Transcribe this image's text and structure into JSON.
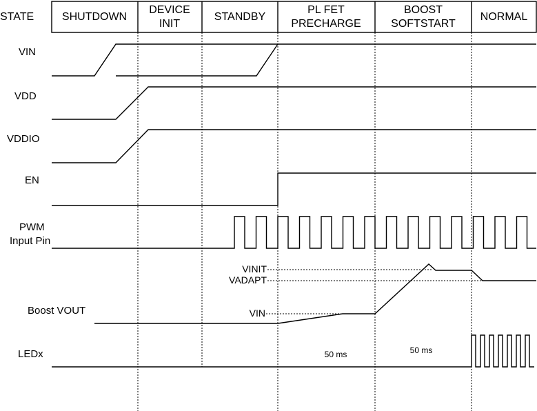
{
  "header": {
    "state_label": "STATE",
    "states": [
      {
        "line1": "SHUTDOWN",
        "line2": ""
      },
      {
        "line1": "DEVICE",
        "line2": "INIT"
      },
      {
        "line1": "STANDBY",
        "line2": ""
      },
      {
        "line1": "PL FET",
        "line2": "PRECHARGE"
      },
      {
        "line1": "BOOST",
        "line2": "SOFTSTART"
      },
      {
        "line1": "NORMAL",
        "line2": ""
      }
    ]
  },
  "signals": {
    "vin": "VIN",
    "vdd": "VDD",
    "vddio": "VDDIO",
    "en": "EN",
    "pwm_line1": "PWM",
    "pwm_line2": "Input Pin",
    "boost_vout": "Boost VOUT",
    "ledx": "LEDx"
  },
  "annotations": {
    "vinit": "VINIT",
    "vadapt": "VADAPT",
    "vin_level": "VIN",
    "precharge_time": "50 ms",
    "softstart_time": "50 ms"
  }
}
